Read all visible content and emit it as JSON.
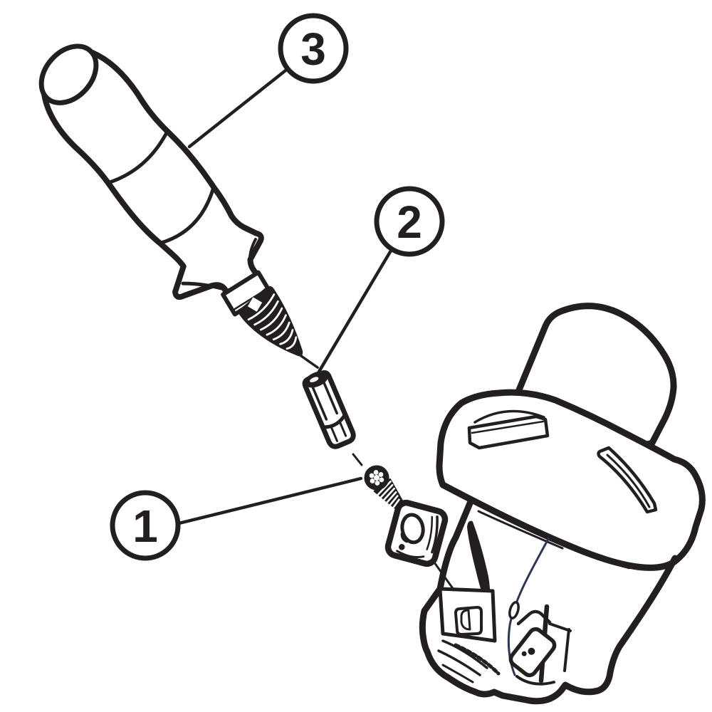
{
  "figure": {
    "type": "exploded-assembly-technical-illustration",
    "background": "#ffffff",
    "colors": {
      "ink": "#231f20",
      "flute": "#2c3752",
      "paper": "#ffffff"
    },
    "callouts": [
      {
        "number": "1",
        "target": "insert-screw"
      },
      {
        "number": "2",
        "target": "driver-bit"
      },
      {
        "number": "3",
        "target": "torque-screwdriver-handle"
      }
    ],
    "parts": [
      {
        "name": "torque-screwdriver-handle",
        "callout": "3"
      },
      {
        "name": "driver-bit",
        "callout": "2"
      },
      {
        "name": "insert-screw",
        "callout": "1"
      },
      {
        "name": "indexable-milling-insert",
        "callout": ""
      },
      {
        "name": "milling-cutter-body",
        "callout": ""
      }
    ]
  }
}
